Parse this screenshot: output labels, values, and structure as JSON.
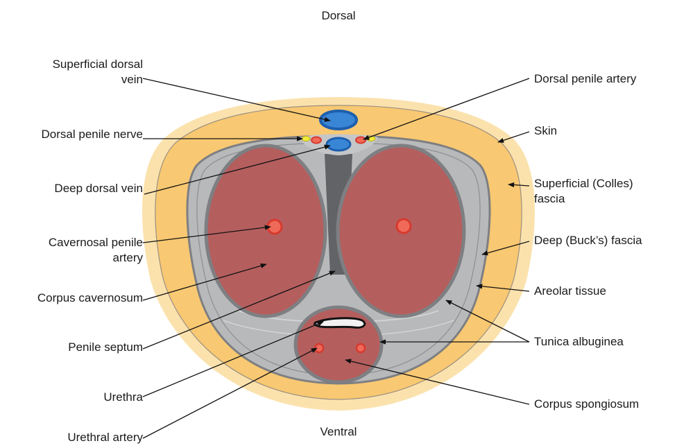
{
  "orientation": {
    "top": "Dorsal",
    "bottom": "Ventral"
  },
  "labels_left": {
    "superficial_dorsal_vein": [
      "Superficial dorsal",
      "vein"
    ],
    "dorsal_penile_nerve": "Dorsal penile nerve",
    "deep_dorsal_vein": "Deep dorsal vein",
    "cavernosal_penile_artery": [
      "Cavernosal penile",
      "artery"
    ],
    "corpus_cavernosum": "Corpus cavernosum",
    "penile_septum": "Penile septum",
    "urethra": "Urethra",
    "urethral_artery": "Urethral artery"
  },
  "labels_right": {
    "dorsal_penile_artery": "Dorsal penile artery",
    "skin": "Skin",
    "superficial_colles_fascia": [
      "Superficial (Colles)",
      "fascia"
    ],
    "deep_bucks_fascia": "Deep (Buck’s) fascia",
    "areolar_tissue": "Areolar tissue",
    "tunica_albuginea": "Tunica albuginea",
    "corpus_spongiosum": "Corpus spongiosum"
  },
  "colors": {
    "skin": "#fbe2ad",
    "superficial_fascia": "#f8c872",
    "buck_fascia_line": "#8a8a8a",
    "areolar_tissue": "#b8b9bb",
    "tunica_albuginea": "#7e7f82",
    "corpus_tissue": "#b55e5e",
    "artery": "#e8463c",
    "vein": "#3a86d6",
    "nerve": "#f2ea3a"
  }
}
